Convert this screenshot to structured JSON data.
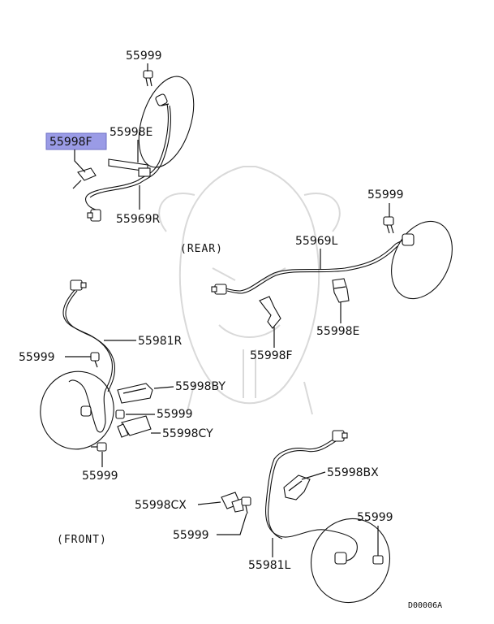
{
  "labels": {
    "p_55999_top": "55999",
    "p_55998E": "55998E",
    "p_55998F_top": "55998F",
    "p_55969R": "55969R",
    "rear": "(REAR)",
    "p_55999_right": "55999",
    "p_55969L": "55969L",
    "p_55998E_right": "55998E",
    "p_55998F_mid": "55998F",
    "p_55981R": "55981R",
    "p_55999_left": "55999",
    "p_55998BY": "55998BY",
    "p_55999_mid": "55999",
    "p_55998CY": "55998CY",
    "p_55999_bottomleft": "55999",
    "p_55998BX": "55998BX",
    "p_55998CX": "55998CX",
    "p_55999_lower": "55999",
    "p_55999_lowerright": "55999",
    "front": "(FRONT)",
    "p_55981L": "55981L",
    "diagram_code": "D00006A"
  },
  "colors": {
    "highlight": "#9a9be6",
    "ink": "#111111",
    "watermark": "#d9d9d9"
  }
}
